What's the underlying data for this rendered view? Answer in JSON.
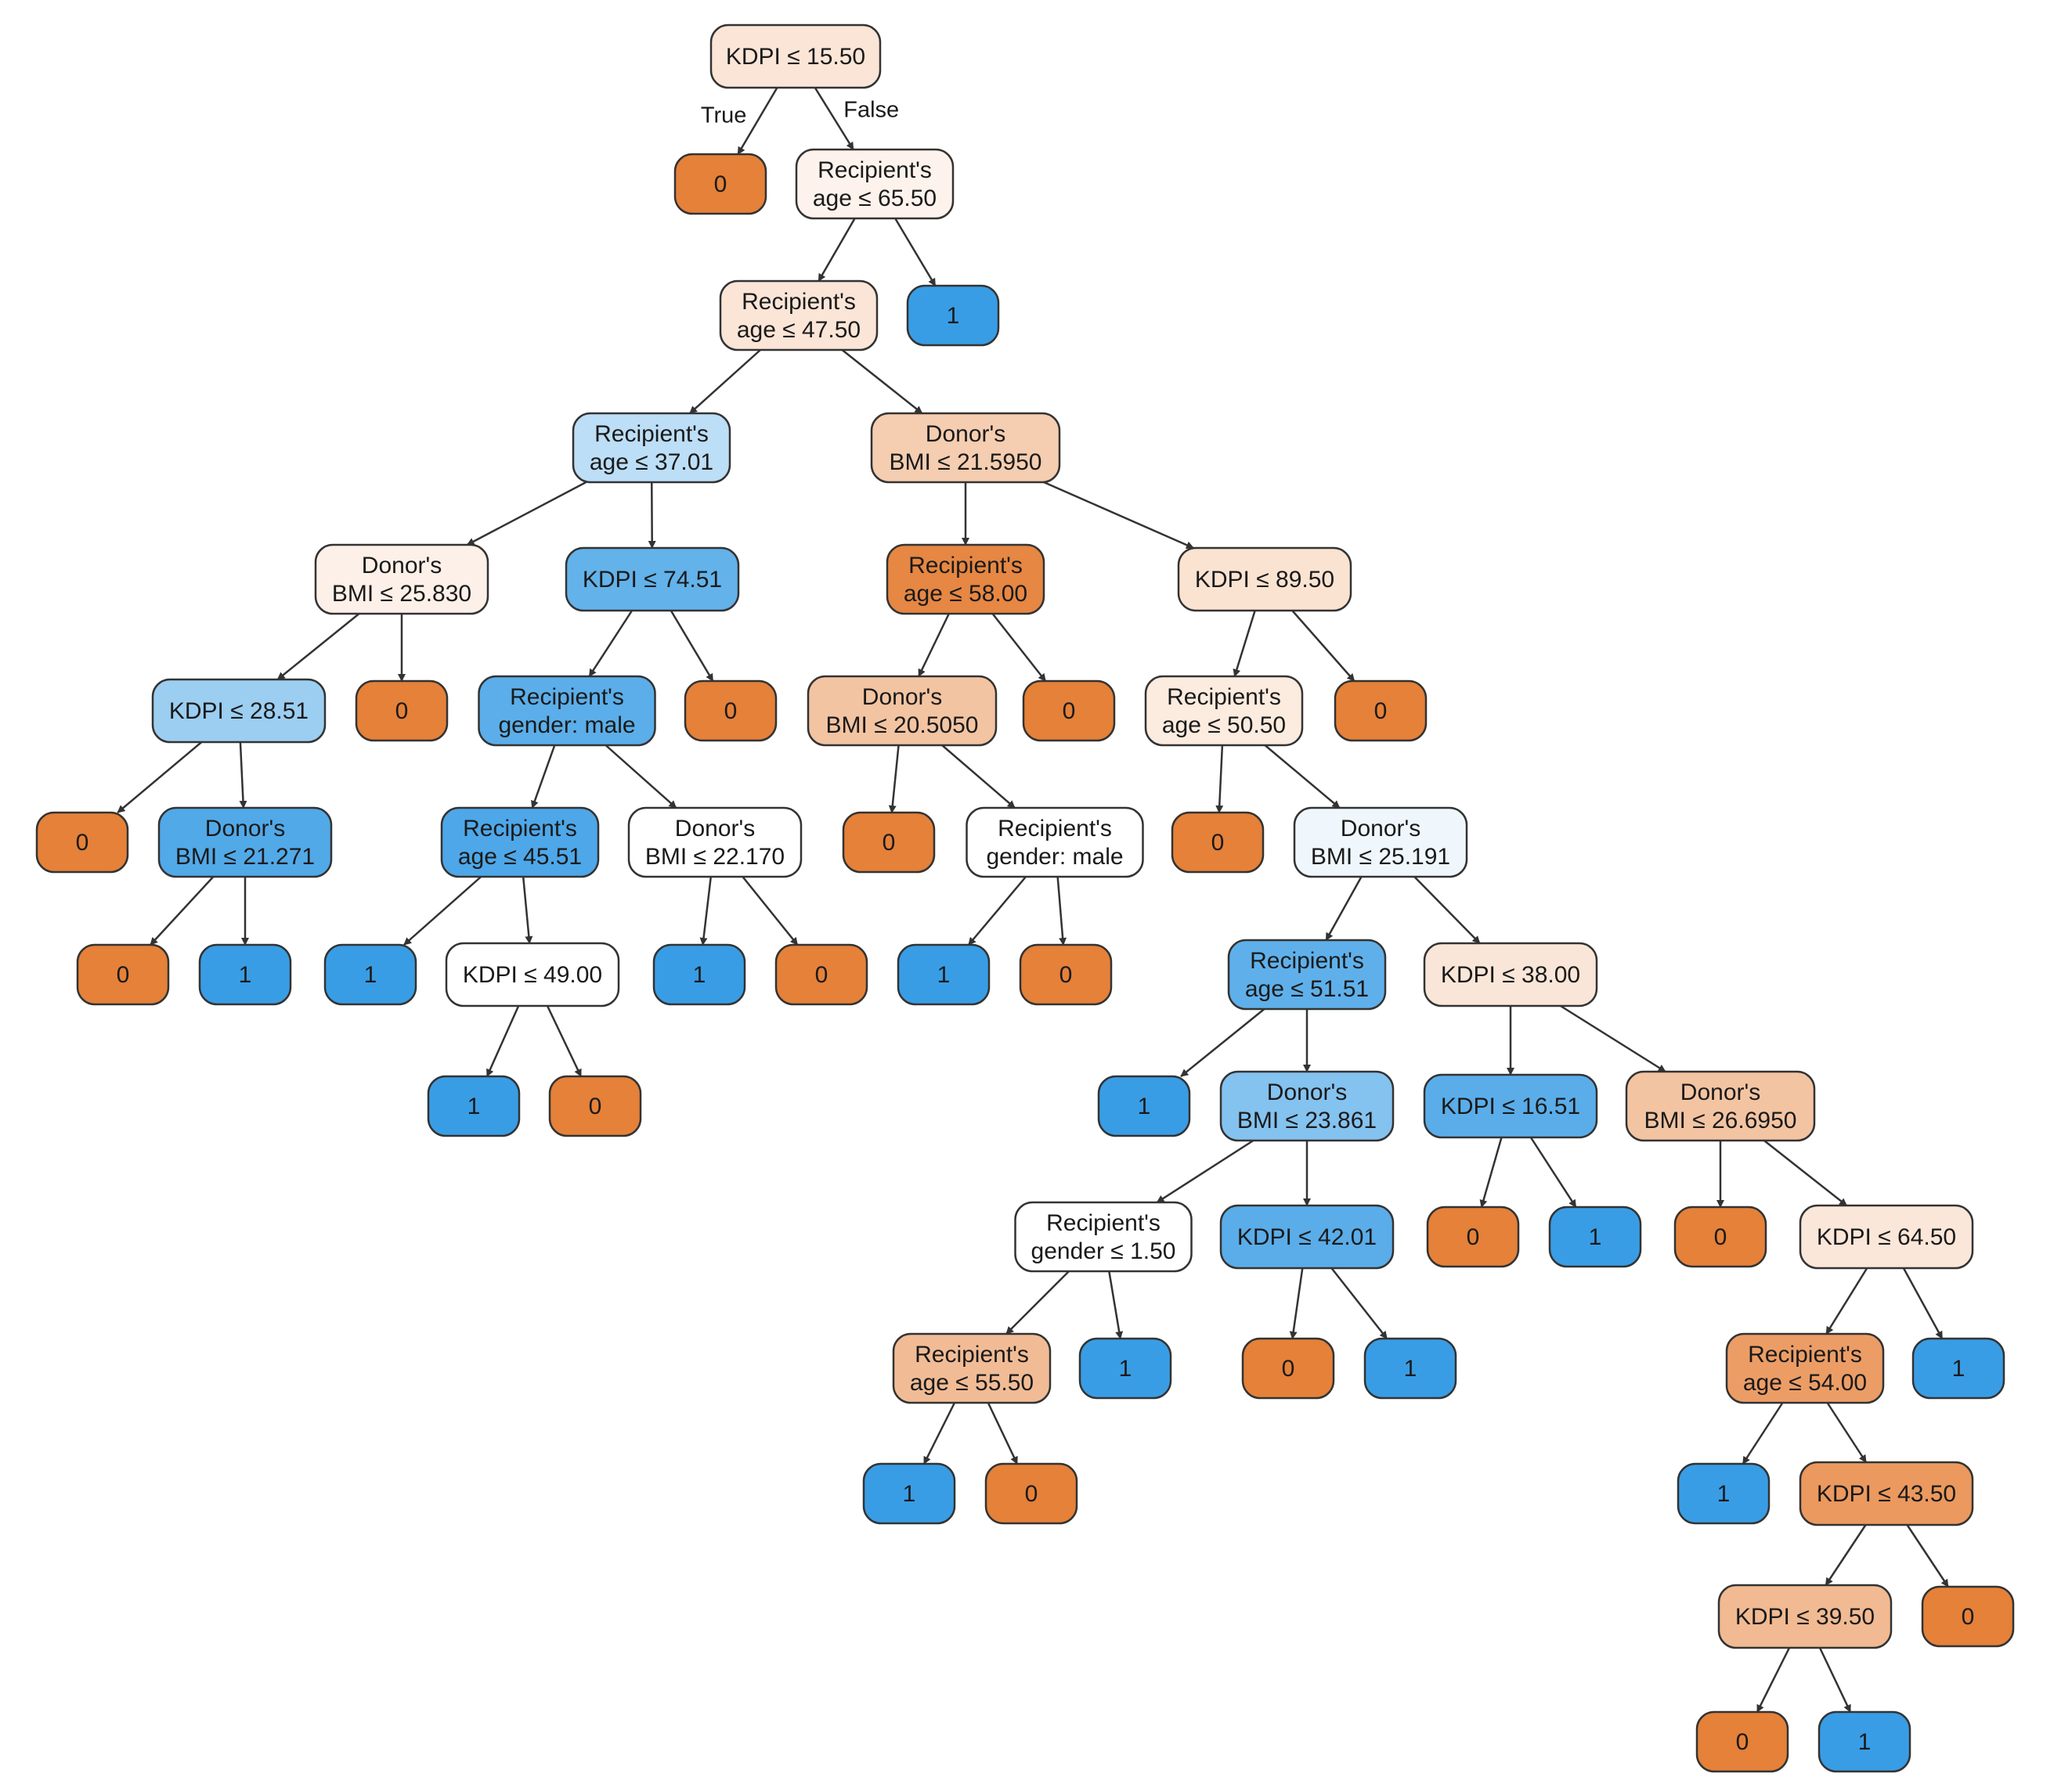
{
  "colors": {
    "orange": "#e58139",
    "blue": "#399de5",
    "border": "#333333",
    "text": "#1a1a1a"
  },
  "edge_labels": {
    "true": "True",
    "false": "False"
  },
  "nodes": [
    {
      "id": "n0",
      "lines": [
        "KDPI ≤ 15.50"
      ],
      "fill": "#fbe5d6"
    },
    {
      "id": "n1",
      "lines": [
        "0"
      ],
      "fill": "#e58139"
    },
    {
      "id": "n2",
      "lines": [
        "Recipient's",
        "age ≤ 65.50"
      ],
      "fill": "#fdf3ec"
    },
    {
      "id": "n3",
      "lines": [
        "Recipient's",
        "age ≤ 47.50"
      ],
      "fill": "#fae5d7"
    },
    {
      "id": "n4",
      "lines": [
        "1"
      ],
      "fill": "#399de5"
    },
    {
      "id": "n5",
      "lines": [
        "Recipient's",
        "age ≤ 37.01"
      ],
      "fill": "#bcdef6"
    },
    {
      "id": "n6",
      "lines": [
        "Donor's",
        "BMI ≤ 21.5950"
      ],
      "fill": "#f5cdb0"
    },
    {
      "id": "n7",
      "lines": [
        "Donor's",
        "BMI ≤ 25.830"
      ],
      "fill": "#fdf0e8"
    },
    {
      "id": "n8",
      "lines": [
        "KDPI ≤ 74.51"
      ],
      "fill": "#63b2ea"
    },
    {
      "id": "n9",
      "lines": [
        "Recipient's",
        "age ≤ 58.00"
      ],
      "fill": "#e68743"
    },
    {
      "id": "n10",
      "lines": [
        "KDPI ≤ 89.50"
      ],
      "fill": "#fbe3d2"
    },
    {
      "id": "n11",
      "lines": [
        "KDPI ≤ 28.51"
      ],
      "fill": "#9ccef1"
    },
    {
      "id": "n12",
      "lines": [
        "0"
      ],
      "fill": "#e58139"
    },
    {
      "id": "n13",
      "lines": [
        "Recipient's",
        "gender: male"
      ],
      "fill": "#5baee9"
    },
    {
      "id": "n14",
      "lines": [
        "0"
      ],
      "fill": "#e58139"
    },
    {
      "id": "n15",
      "lines": [
        "Donor's",
        "BMI ≤ 20.5050"
      ],
      "fill": "#f3c4a2"
    },
    {
      "id": "n16",
      "lines": [
        "0"
      ],
      "fill": "#e58139"
    },
    {
      "id": "n17",
      "lines": [
        "Recipient's",
        "age ≤ 50.50"
      ],
      "fill": "#fcebdf"
    },
    {
      "id": "n18",
      "lines": [
        "0"
      ],
      "fill": "#e58139"
    },
    {
      "id": "n19",
      "lines": [
        "0"
      ],
      "fill": "#e58139"
    },
    {
      "id": "n20",
      "lines": [
        "Donor's",
        "BMI ≤ 21.271"
      ],
      "fill": "#52a9e8"
    },
    {
      "id": "n21",
      "lines": [
        "Recipient's",
        "age ≤ 45.51"
      ],
      "fill": "#4ea7e8"
    },
    {
      "id": "n22",
      "lines": [
        "Donor's",
        "BMI ≤ 22.170"
      ],
      "fill": "#ffffff"
    },
    {
      "id": "n23",
      "lines": [
        "0"
      ],
      "fill": "#e58139"
    },
    {
      "id": "n24",
      "lines": [
        "Recipient's",
        "gender: male"
      ],
      "fill": "#ffffff"
    },
    {
      "id": "n25",
      "lines": [
        "0"
      ],
      "fill": "#e58139"
    },
    {
      "id": "n26",
      "lines": [
        "Donor's",
        "BMI ≤ 25.191"
      ],
      "fill": "#eff7fd"
    },
    {
      "id": "n27",
      "lines": [
        "0"
      ],
      "fill": "#e58139"
    },
    {
      "id": "n28",
      "lines": [
        "1"
      ],
      "fill": "#399de5"
    },
    {
      "id": "n29",
      "lines": [
        "1"
      ],
      "fill": "#399de5"
    },
    {
      "id": "n30",
      "lines": [
        "KDPI ≤ 49.00"
      ],
      "fill": "#ffffff"
    },
    {
      "id": "n31",
      "lines": [
        "1"
      ],
      "fill": "#399de5"
    },
    {
      "id": "n32",
      "lines": [
        "0"
      ],
      "fill": "#e58139"
    },
    {
      "id": "n33",
      "lines": [
        "1"
      ],
      "fill": "#399de5"
    },
    {
      "id": "n34",
      "lines": [
        "0"
      ],
      "fill": "#e58139"
    },
    {
      "id": "n35",
      "lines": [
        "Recipient's",
        "age ≤ 51.51"
      ],
      "fill": "#5fb0ea"
    },
    {
      "id": "n36",
      "lines": [
        "KDPI ≤ 38.00"
      ],
      "fill": "#fae6d8"
    },
    {
      "id": "n37",
      "lines": [
        "1"
      ],
      "fill": "#399de5"
    },
    {
      "id": "n38",
      "lines": [
        "0"
      ],
      "fill": "#e58139"
    },
    {
      "id": "n39",
      "lines": [
        "1"
      ],
      "fill": "#399de5"
    },
    {
      "id": "n40",
      "lines": [
        "Donor's",
        "BMI ≤ 23.861"
      ],
      "fill": "#84c2ef"
    },
    {
      "id": "n41",
      "lines": [
        "KDPI ≤ 16.51"
      ],
      "fill": "#5aade9"
    },
    {
      "id": "n42",
      "lines": [
        "Donor's",
        "BMI ≤ 26.6950"
      ],
      "fill": "#f3c4a2"
    },
    {
      "id": "n43",
      "lines": [
        "Recipient's",
        "gender ≤ 1.50"
      ],
      "fill": "#ffffff"
    },
    {
      "id": "n44",
      "lines": [
        "KDPI ≤ 42.01"
      ],
      "fill": "#5aade9"
    },
    {
      "id": "n45",
      "lines": [
        "0"
      ],
      "fill": "#e58139"
    },
    {
      "id": "n46",
      "lines": [
        "1"
      ],
      "fill": "#399de5"
    },
    {
      "id": "n47",
      "lines": [
        "0"
      ],
      "fill": "#e58139"
    },
    {
      "id": "n48",
      "lines": [
        "KDPI ≤ 64.50"
      ],
      "fill": "#fbe7d9"
    },
    {
      "id": "n49",
      "lines": [
        "Recipient's",
        "age ≤ 55.50"
      ],
      "fill": "#f1bc95"
    },
    {
      "id": "n50",
      "lines": [
        "1"
      ],
      "fill": "#399de5"
    },
    {
      "id": "n51",
      "lines": [
        "0"
      ],
      "fill": "#e58139"
    },
    {
      "id": "n52",
      "lines": [
        "1"
      ],
      "fill": "#399de5"
    },
    {
      "id": "n53",
      "lines": [
        "Recipient's",
        "age ≤ 54.00"
      ],
      "fill": "#ec9d66"
    },
    {
      "id": "n54",
      "lines": [
        "1"
      ],
      "fill": "#399de5"
    },
    {
      "id": "n55",
      "lines": [
        "1"
      ],
      "fill": "#399de5"
    },
    {
      "id": "n56",
      "lines": [
        "0"
      ],
      "fill": "#e58139"
    },
    {
      "id": "n57",
      "lines": [
        "1"
      ],
      "fill": "#399de5"
    },
    {
      "id": "n58",
      "lines": [
        "KDPI ≤ 43.50"
      ],
      "fill": "#eb995e"
    },
    {
      "id": "n59",
      "lines": [
        "KDPI ≤ 39.50"
      ],
      "fill": "#f1ba92"
    },
    {
      "id": "n60",
      "lines": [
        "0"
      ],
      "fill": "#e58139"
    },
    {
      "id": "n61",
      "lines": [
        "0"
      ],
      "fill": "#e58139"
    },
    {
      "id": "n62",
      "lines": [
        "1"
      ],
      "fill": "#399de5"
    }
  ],
  "edges": [
    {
      "from": "n0",
      "to": "n1",
      "label": "true"
    },
    {
      "from": "n0",
      "to": "n2",
      "label": "false"
    },
    {
      "from": "n2",
      "to": "n3"
    },
    {
      "from": "n2",
      "to": "n4"
    },
    {
      "from": "n3",
      "to": "n5"
    },
    {
      "from": "n3",
      "to": "n6"
    },
    {
      "from": "n5",
      "to": "n7"
    },
    {
      "from": "n5",
      "to": "n8"
    },
    {
      "from": "n6",
      "to": "n9"
    },
    {
      "from": "n6",
      "to": "n10"
    },
    {
      "from": "n7",
      "to": "n11"
    },
    {
      "from": "n7",
      "to": "n12"
    },
    {
      "from": "n8",
      "to": "n13"
    },
    {
      "from": "n8",
      "to": "n14"
    },
    {
      "from": "n9",
      "to": "n15"
    },
    {
      "from": "n9",
      "to": "n16"
    },
    {
      "from": "n10",
      "to": "n17"
    },
    {
      "from": "n10",
      "to": "n18"
    },
    {
      "from": "n11",
      "to": "n19"
    },
    {
      "from": "n11",
      "to": "n20"
    },
    {
      "from": "n13",
      "to": "n21"
    },
    {
      "from": "n13",
      "to": "n22"
    },
    {
      "from": "n15",
      "to": "n23"
    },
    {
      "from": "n15",
      "to": "n24"
    },
    {
      "from": "n17",
      "to": "n25"
    },
    {
      "from": "n17",
      "to": "n26"
    },
    {
      "from": "n20",
      "to": "n27"
    },
    {
      "from": "n20",
      "to": "n28"
    },
    {
      "from": "n21",
      "to": "n29"
    },
    {
      "from": "n21",
      "to": "n30"
    },
    {
      "from": "n22",
      "to": "n31"
    },
    {
      "from": "n22",
      "to": "n32"
    },
    {
      "from": "n24",
      "to": "n33"
    },
    {
      "from": "n24",
      "to": "n34"
    },
    {
      "from": "n26",
      "to": "n35"
    },
    {
      "from": "n26",
      "to": "n36"
    },
    {
      "from": "n30",
      "to": "n37"
    },
    {
      "from": "n30",
      "to": "n38"
    },
    {
      "from": "n35",
      "to": "n39"
    },
    {
      "from": "n35",
      "to": "n40"
    },
    {
      "from": "n36",
      "to": "n41"
    },
    {
      "from": "n36",
      "to": "n42"
    },
    {
      "from": "n40",
      "to": "n43"
    },
    {
      "from": "n40",
      "to": "n44"
    },
    {
      "from": "n41",
      "to": "n45"
    },
    {
      "from": "n41",
      "to": "n46"
    },
    {
      "from": "n42",
      "to": "n47"
    },
    {
      "from": "n42",
      "to": "n48"
    },
    {
      "from": "n43",
      "to": "n49"
    },
    {
      "from": "n43",
      "to": "n50"
    },
    {
      "from": "n44",
      "to": "n51"
    },
    {
      "from": "n44",
      "to": "n52"
    },
    {
      "from": "n48",
      "to": "n53"
    },
    {
      "from": "n48",
      "to": "n54"
    },
    {
      "from": "n49",
      "to": "n55"
    },
    {
      "from": "n49",
      "to": "n56"
    },
    {
      "from": "n53",
      "to": "n57"
    },
    {
      "from": "n53",
      "to": "n58"
    },
    {
      "from": "n58",
      "to": "n59"
    },
    {
      "from": "n58",
      "to": "n60"
    },
    {
      "from": "n59",
      "to": "n61"
    },
    {
      "from": "n59",
      "to": "n62"
    }
  ]
}
